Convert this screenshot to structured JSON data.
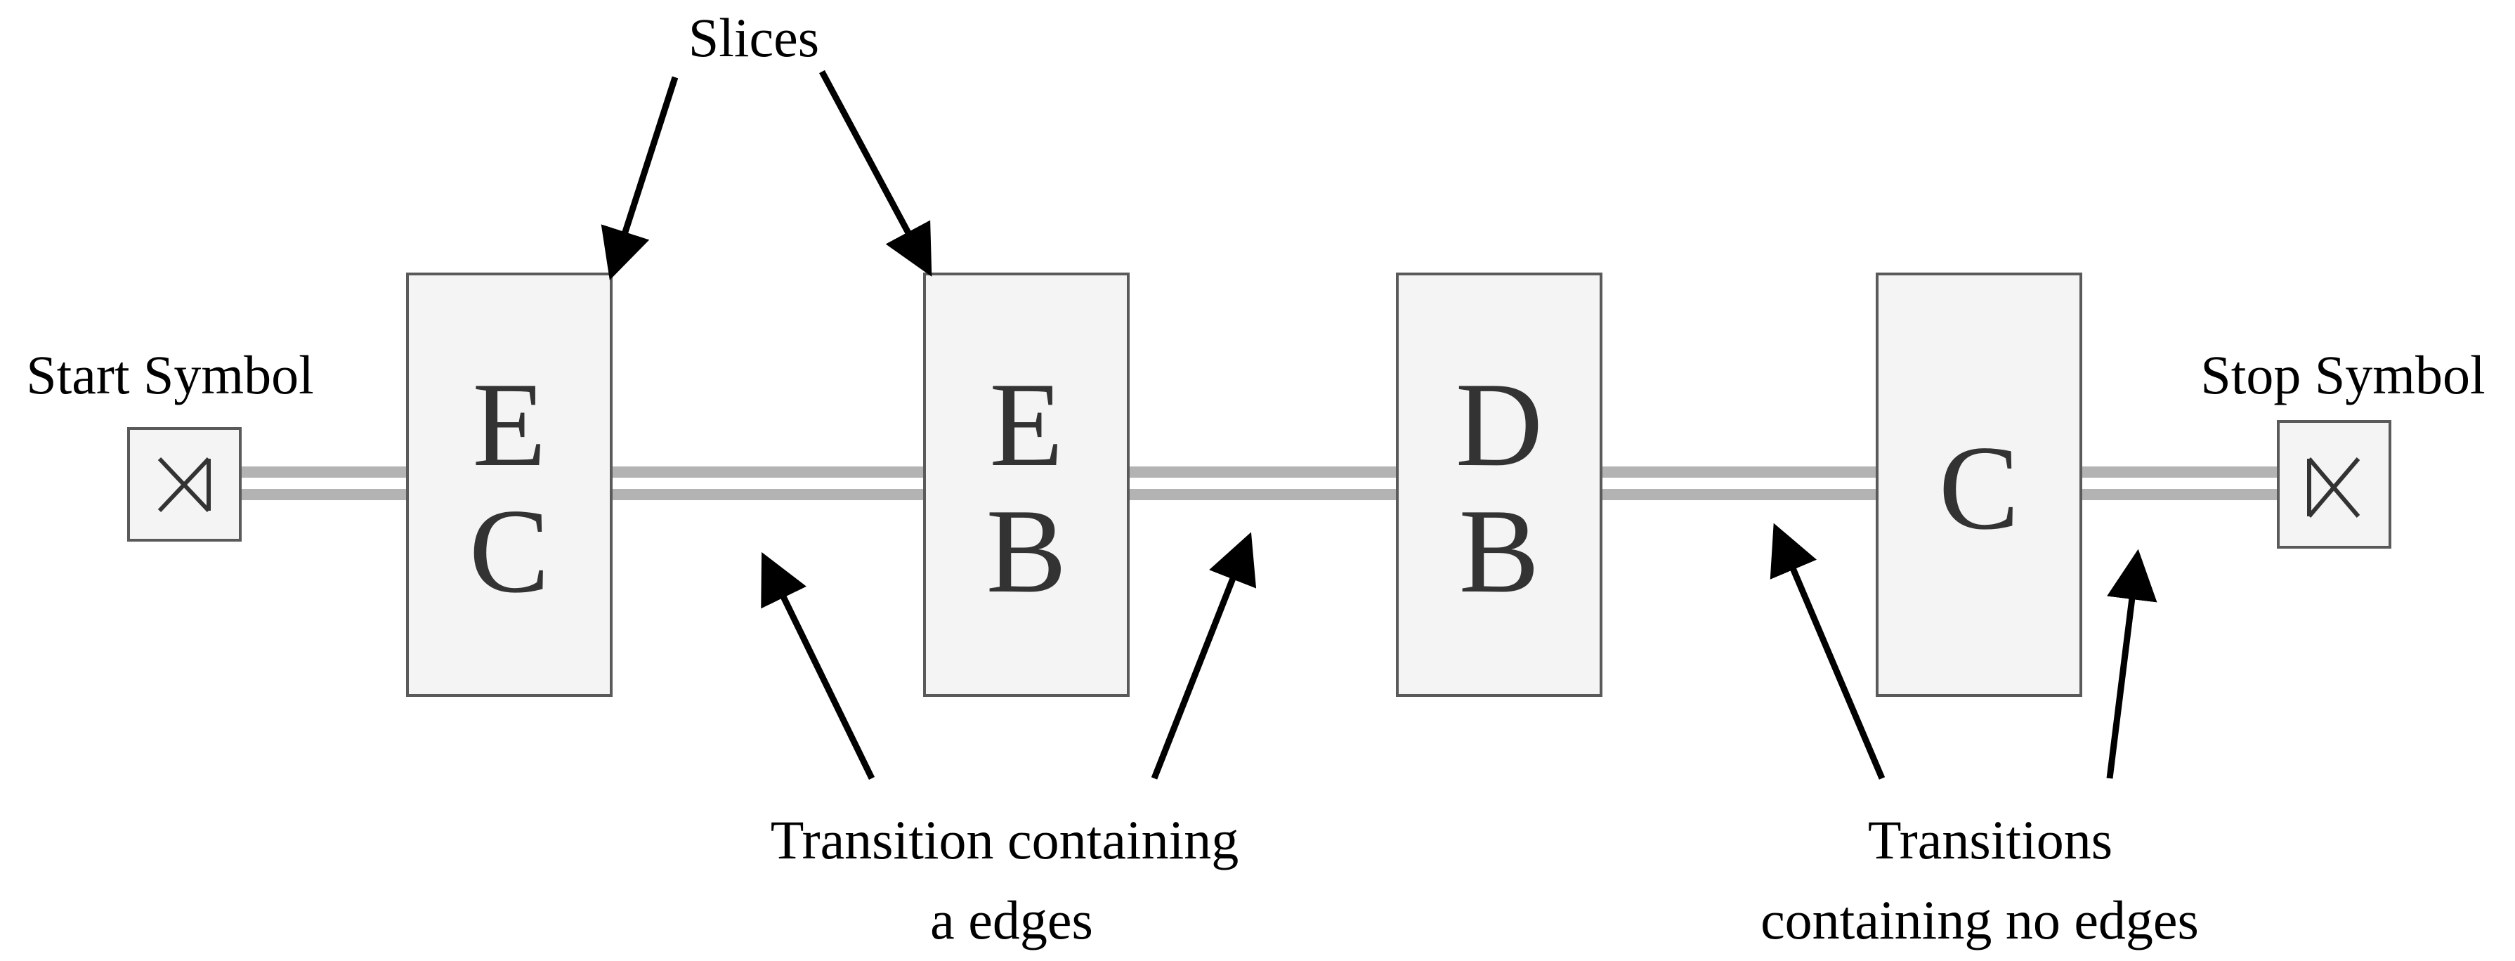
{
  "labels": {
    "slices": "Slices",
    "start_symbol": "Start Symbol",
    "stop_symbol": "Stop Symbol",
    "transition_with_edges_line1": "Transition containing",
    "transition_with_edges_line2": "a edges",
    "transitions_no_edges_line1": "Transitions",
    "transitions_no_edges_line2": "containing no edges"
  },
  "slices": [
    {
      "letters": [
        "E",
        "C"
      ]
    },
    {
      "letters": [
        "E",
        "B"
      ]
    },
    {
      "letters": [
        "D",
        "B"
      ]
    },
    {
      "letters": [
        "C"
      ]
    }
  ],
  "symbols": {
    "start": "start-bowtie-icon",
    "stop": "stop-bowtie-icon"
  },
  "colors": {
    "box_fill": "#f4f4f4",
    "box_stroke": "#5a5a5a",
    "rail": "#b3b3b3",
    "letter": "#333333",
    "text": "#000000"
  }
}
